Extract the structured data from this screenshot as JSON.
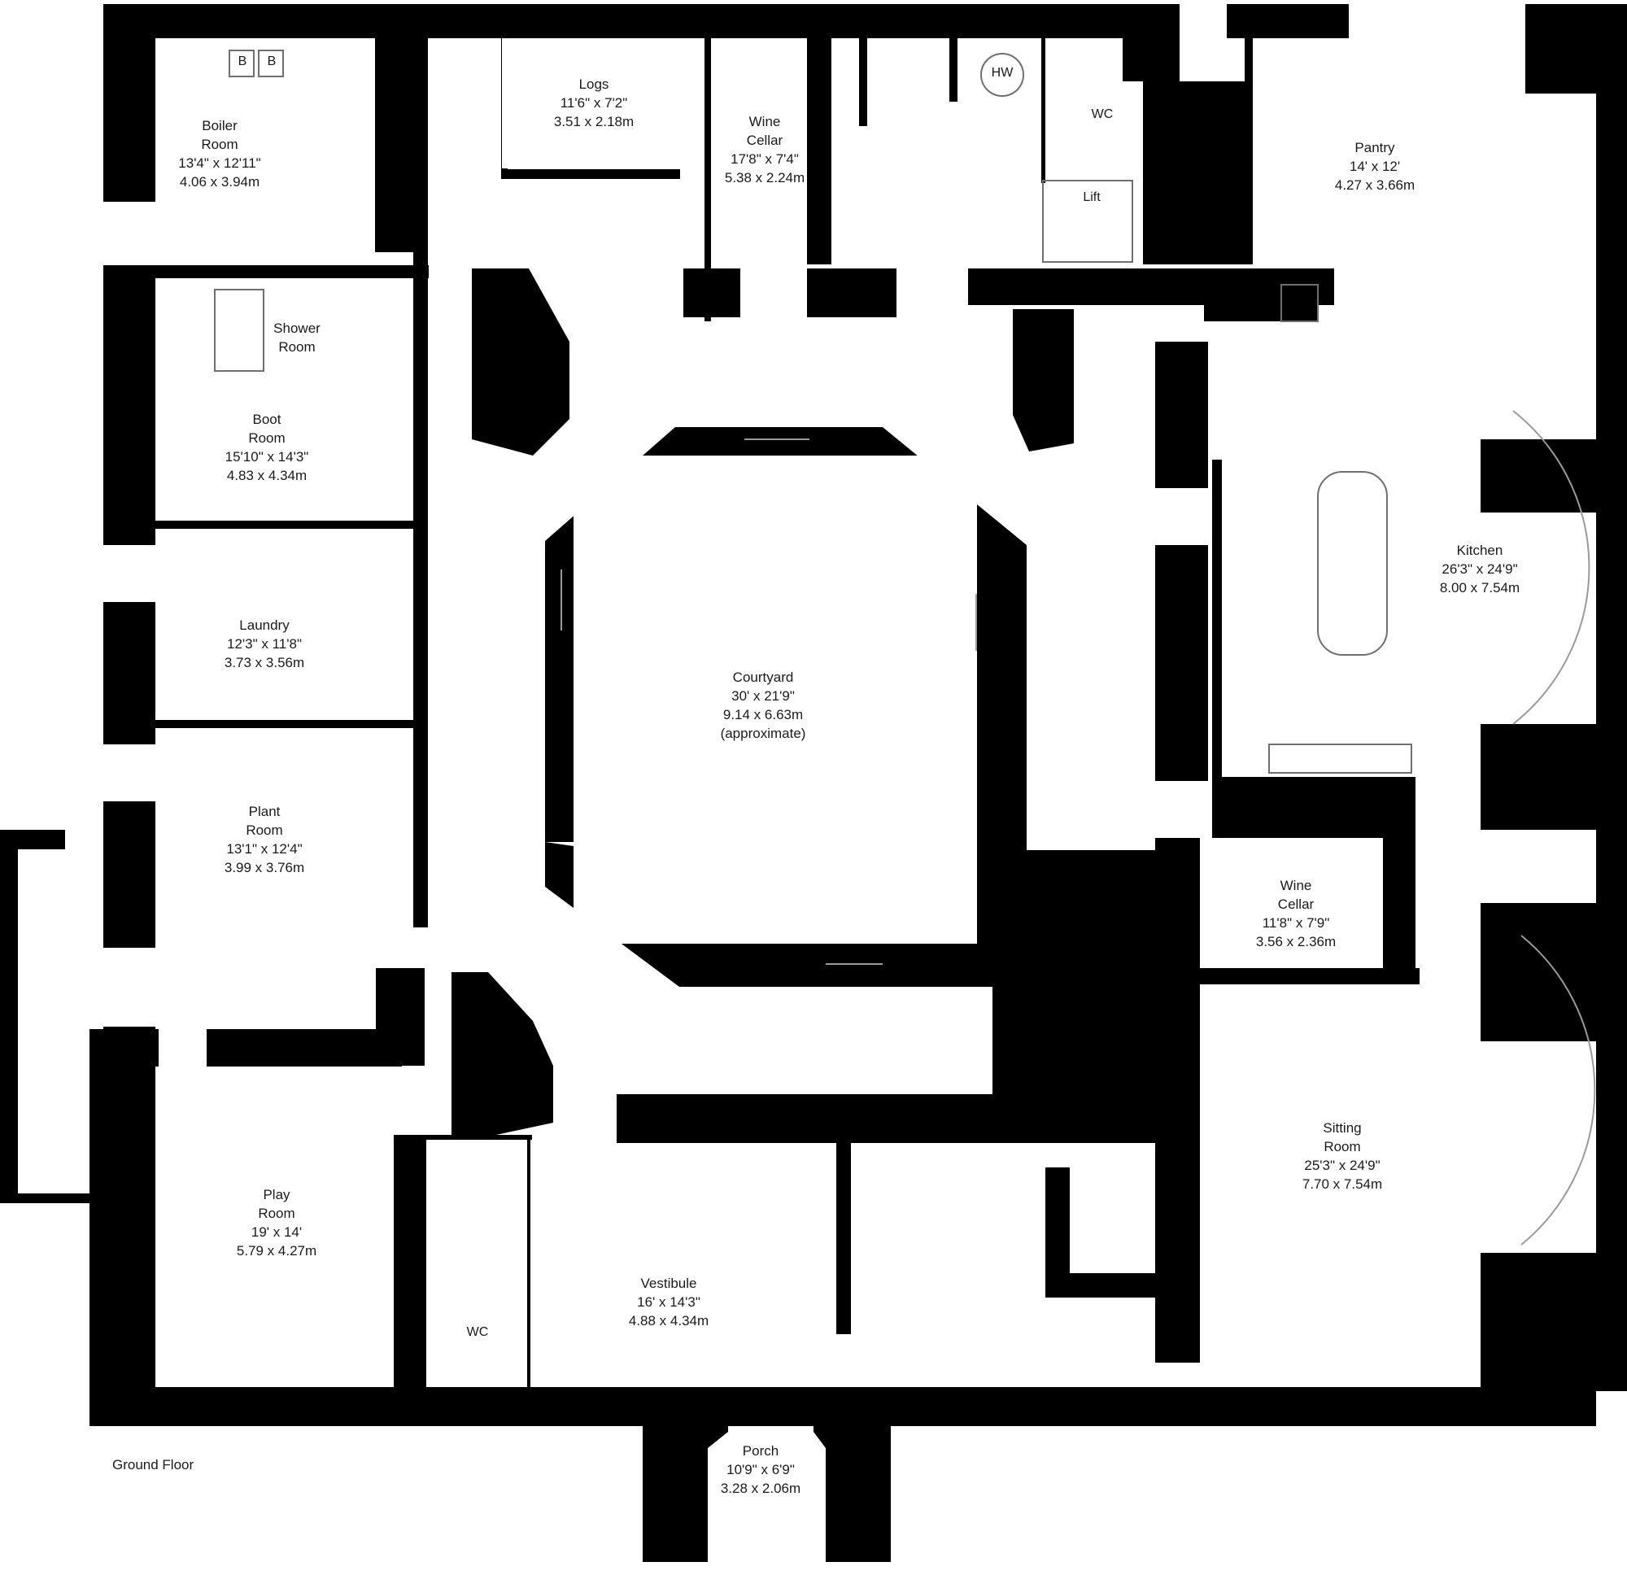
{
  "floor": "Ground Floor",
  "rooms": {
    "boiler": {
      "name": "Boiler\nRoom",
      "imperial": "13'4\" x 12'11\"",
      "metric": "4.06 x 3.94m"
    },
    "logs": {
      "name": "Logs",
      "imperial": "11'6\" x 7'2\"",
      "metric": "3.51 x 2.18m"
    },
    "wine_cellar_north": {
      "name": "Wine\nCellar",
      "imperial": "17'8\" x 7'4\"",
      "metric": "5.38 x 2.24m"
    },
    "pantry": {
      "name": "Pantry",
      "imperial": "14' x 12'",
      "metric": "4.27 x 3.66m"
    },
    "shower": {
      "name": "Shower\nRoom"
    },
    "boot": {
      "name": "Boot\nRoom",
      "imperial": "15'10\" x 14'3\"",
      "metric": "4.83 x 4.34m"
    },
    "laundry": {
      "name": "Laundry",
      "imperial": "12'3\" x 11'8\"",
      "metric": "3.73 x 3.56m"
    },
    "plant": {
      "name": "Plant\nRoom",
      "imperial": "13'1\" x 12'4\"",
      "metric": "3.99 x 3.76m"
    },
    "courtyard": {
      "name": "Courtyard",
      "imperial": "30' x 21'9\"",
      "metric": "9.14 x 6.63m",
      "note": "(approximate)"
    },
    "kitchen": {
      "name": "Kitchen",
      "imperial": "26'3\" x 24'9\"",
      "metric": "8.00 x 7.54m"
    },
    "wine_cellar_east": {
      "name": "Wine\nCellar",
      "imperial": "11'8\" x 7'9\"",
      "metric": "3.56 x 2.36m"
    },
    "play": {
      "name": "Play\nRoom",
      "imperial": "19' x 14'",
      "metric": "5.79 x 4.27m"
    },
    "vestibule": {
      "name": "Vestibule",
      "imperial": "16' x 14'3\"",
      "metric": "4.88 x 4.34m"
    },
    "sitting": {
      "name": "Sitting\nRoom",
      "imperial": "25'3\" x 24'9\"",
      "metric": "7.70 x 7.54m"
    },
    "porch": {
      "name": "Porch",
      "imperial": "10'9\" x 6'9\"",
      "metric": "3.28 x 2.06m"
    }
  },
  "fixtures": {
    "boiler_b": "B",
    "hot_water": "HW",
    "wc": "WC",
    "lift": "Lift"
  },
  "colors": {
    "wall": "#000000",
    "floor": "#ffffff",
    "fixture": "#6f6f6f",
    "glazing": "#9a9a9a"
  }
}
